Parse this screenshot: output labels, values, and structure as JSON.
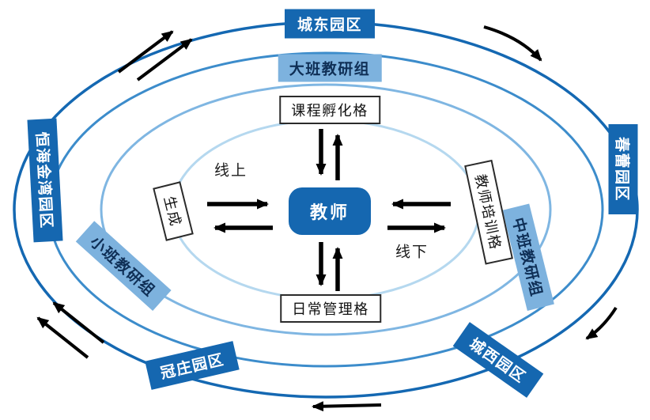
{
  "center": {
    "label": "教师"
  },
  "grids": {
    "top": "课程孵化格",
    "bottom": "日常管理格",
    "left": "生成",
    "right": "教师培训格"
  },
  "modes": {
    "online": "线上",
    "offline": "线下"
  },
  "groups": {
    "top": "大班教研组",
    "left": "小班教研组",
    "right": "中班教研组"
  },
  "parks": {
    "top": "城东园区",
    "right": "春蕾园区",
    "bottom_right": "城西园区",
    "bottom_left": "冠庄园区",
    "left": "恒海金湾园区"
  },
  "colors": {
    "park_bg": "#1567b0",
    "park_text": "#ffffff",
    "group_bg": "#7db2de",
    "group_text": "#0f2f56",
    "grid_bg": "#ffffff",
    "grid_border": "#2b2b2b",
    "grid_text": "#111111",
    "center_bg": "#1567b0",
    "center_text": "#ffffff",
    "ring1": "#1468b2",
    "ring2": "#3c8ccb",
    "ring3": "#7fb6e2",
    "ring4": "#b5d8ef",
    "arrow": "#000000"
  }
}
